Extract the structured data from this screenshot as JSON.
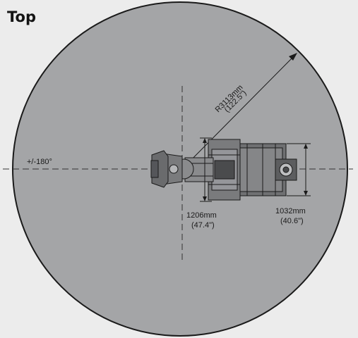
{
  "title": "Top",
  "rotation_label": "+/-180°",
  "radius": {
    "metric": "R3113mm",
    "imperial": "(122.5\")"
  },
  "width_dimension": {
    "metric": "1206mm",
    "imperial": "(47.4\")"
  },
  "base_dimension": {
    "metric": "1032mm",
    "imperial": "(40.6\")"
  },
  "colors": {
    "background": "#ececec",
    "work_envelope": "#a4a5a7",
    "outline": "#1a1a1a",
    "robot_body": "#7a7b7d",
    "robot_dark": "#4a4b4d",
    "axis_line": "#333333"
  }
}
